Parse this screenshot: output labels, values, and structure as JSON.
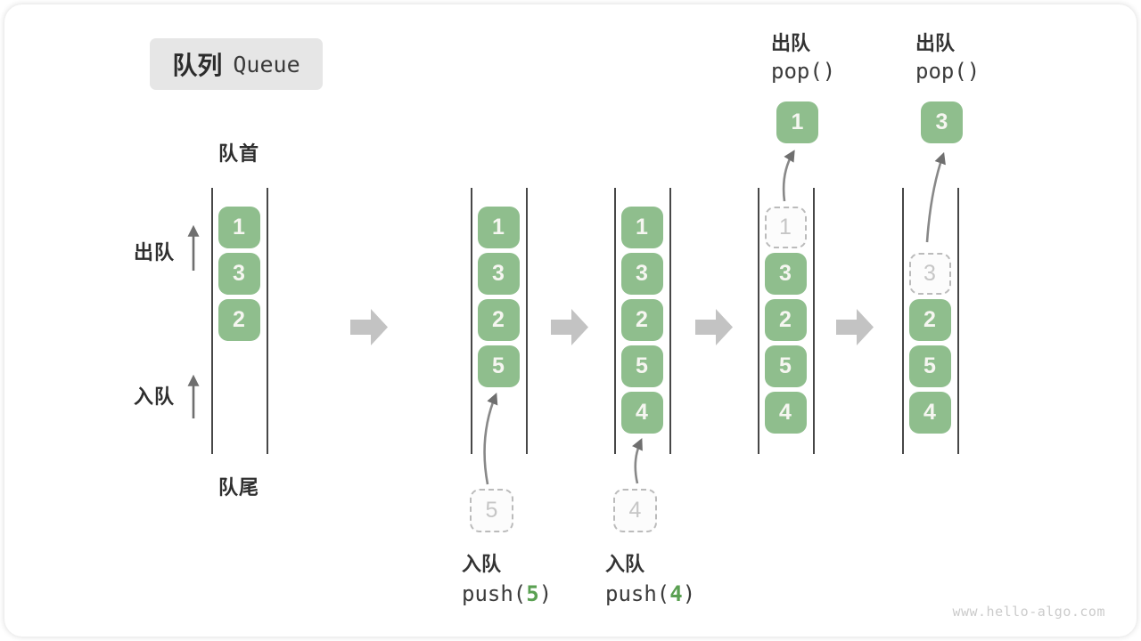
{
  "title": {
    "zh": "队列",
    "en": "Queue"
  },
  "annotations": {
    "front": "队首",
    "rear": "队尾",
    "dequeue_side": "出队",
    "enqueue_side": "入队"
  },
  "watermark": "www.hello-algo.com",
  "colors": {
    "item_green": "#8fbe8d",
    "item_text": "#f6f6f1",
    "ghost_gray": "#bbbbbb",
    "code_accent_green": "#5aa052",
    "flow_arrow_gray": "#c3c3c3",
    "wall_dark": "#474747",
    "title_bg": "#e6e6e6"
  },
  "queue_states": [
    {
      "slots": [
        {
          "row": 0,
          "value": "1",
          "type": "solid"
        },
        {
          "row": 1,
          "value": "3",
          "type": "solid"
        },
        {
          "row": 2,
          "value": "2",
          "type": "solid"
        }
      ]
    },
    {
      "slots": [
        {
          "row": 0,
          "value": "1",
          "type": "solid"
        },
        {
          "row": 1,
          "value": "3",
          "type": "solid"
        },
        {
          "row": 2,
          "value": "2",
          "type": "solid"
        },
        {
          "row": 3,
          "value": "5",
          "type": "solid"
        }
      ],
      "incoming": {
        "value": "5"
      },
      "op_bottom": {
        "label": "入队",
        "fn": "push(",
        "arg": "5",
        "close": ")"
      }
    },
    {
      "slots": [
        {
          "row": 0,
          "value": "1",
          "type": "solid"
        },
        {
          "row": 1,
          "value": "3",
          "type": "solid"
        },
        {
          "row": 2,
          "value": "2",
          "type": "solid"
        },
        {
          "row": 3,
          "value": "5",
          "type": "solid"
        },
        {
          "row": 4,
          "value": "4",
          "type": "solid"
        }
      ],
      "incoming": {
        "value": "4"
      },
      "op_bottom": {
        "label": "入队",
        "fn": "push(",
        "arg": "4",
        "close": ")"
      }
    },
    {
      "slots": [
        {
          "row": 0,
          "value": "1",
          "type": "ghost"
        },
        {
          "row": 1,
          "value": "3",
          "type": "solid"
        },
        {
          "row": 2,
          "value": "2",
          "type": "solid"
        },
        {
          "row": 3,
          "value": "5",
          "type": "solid"
        },
        {
          "row": 4,
          "value": "4",
          "type": "solid"
        }
      ],
      "outgoing": {
        "value": "1"
      },
      "op_top": {
        "label": "出队",
        "code": "pop()"
      }
    },
    {
      "slots": [
        {
          "row": 1,
          "value": "3",
          "type": "ghost"
        },
        {
          "row": 2,
          "value": "2",
          "type": "solid"
        },
        {
          "row": 3,
          "value": "5",
          "type": "solid"
        },
        {
          "row": 4,
          "value": "4",
          "type": "solid"
        }
      ],
      "outgoing": {
        "value": "3"
      },
      "op_top": {
        "label": "出队",
        "code": "pop()"
      }
    }
  ]
}
